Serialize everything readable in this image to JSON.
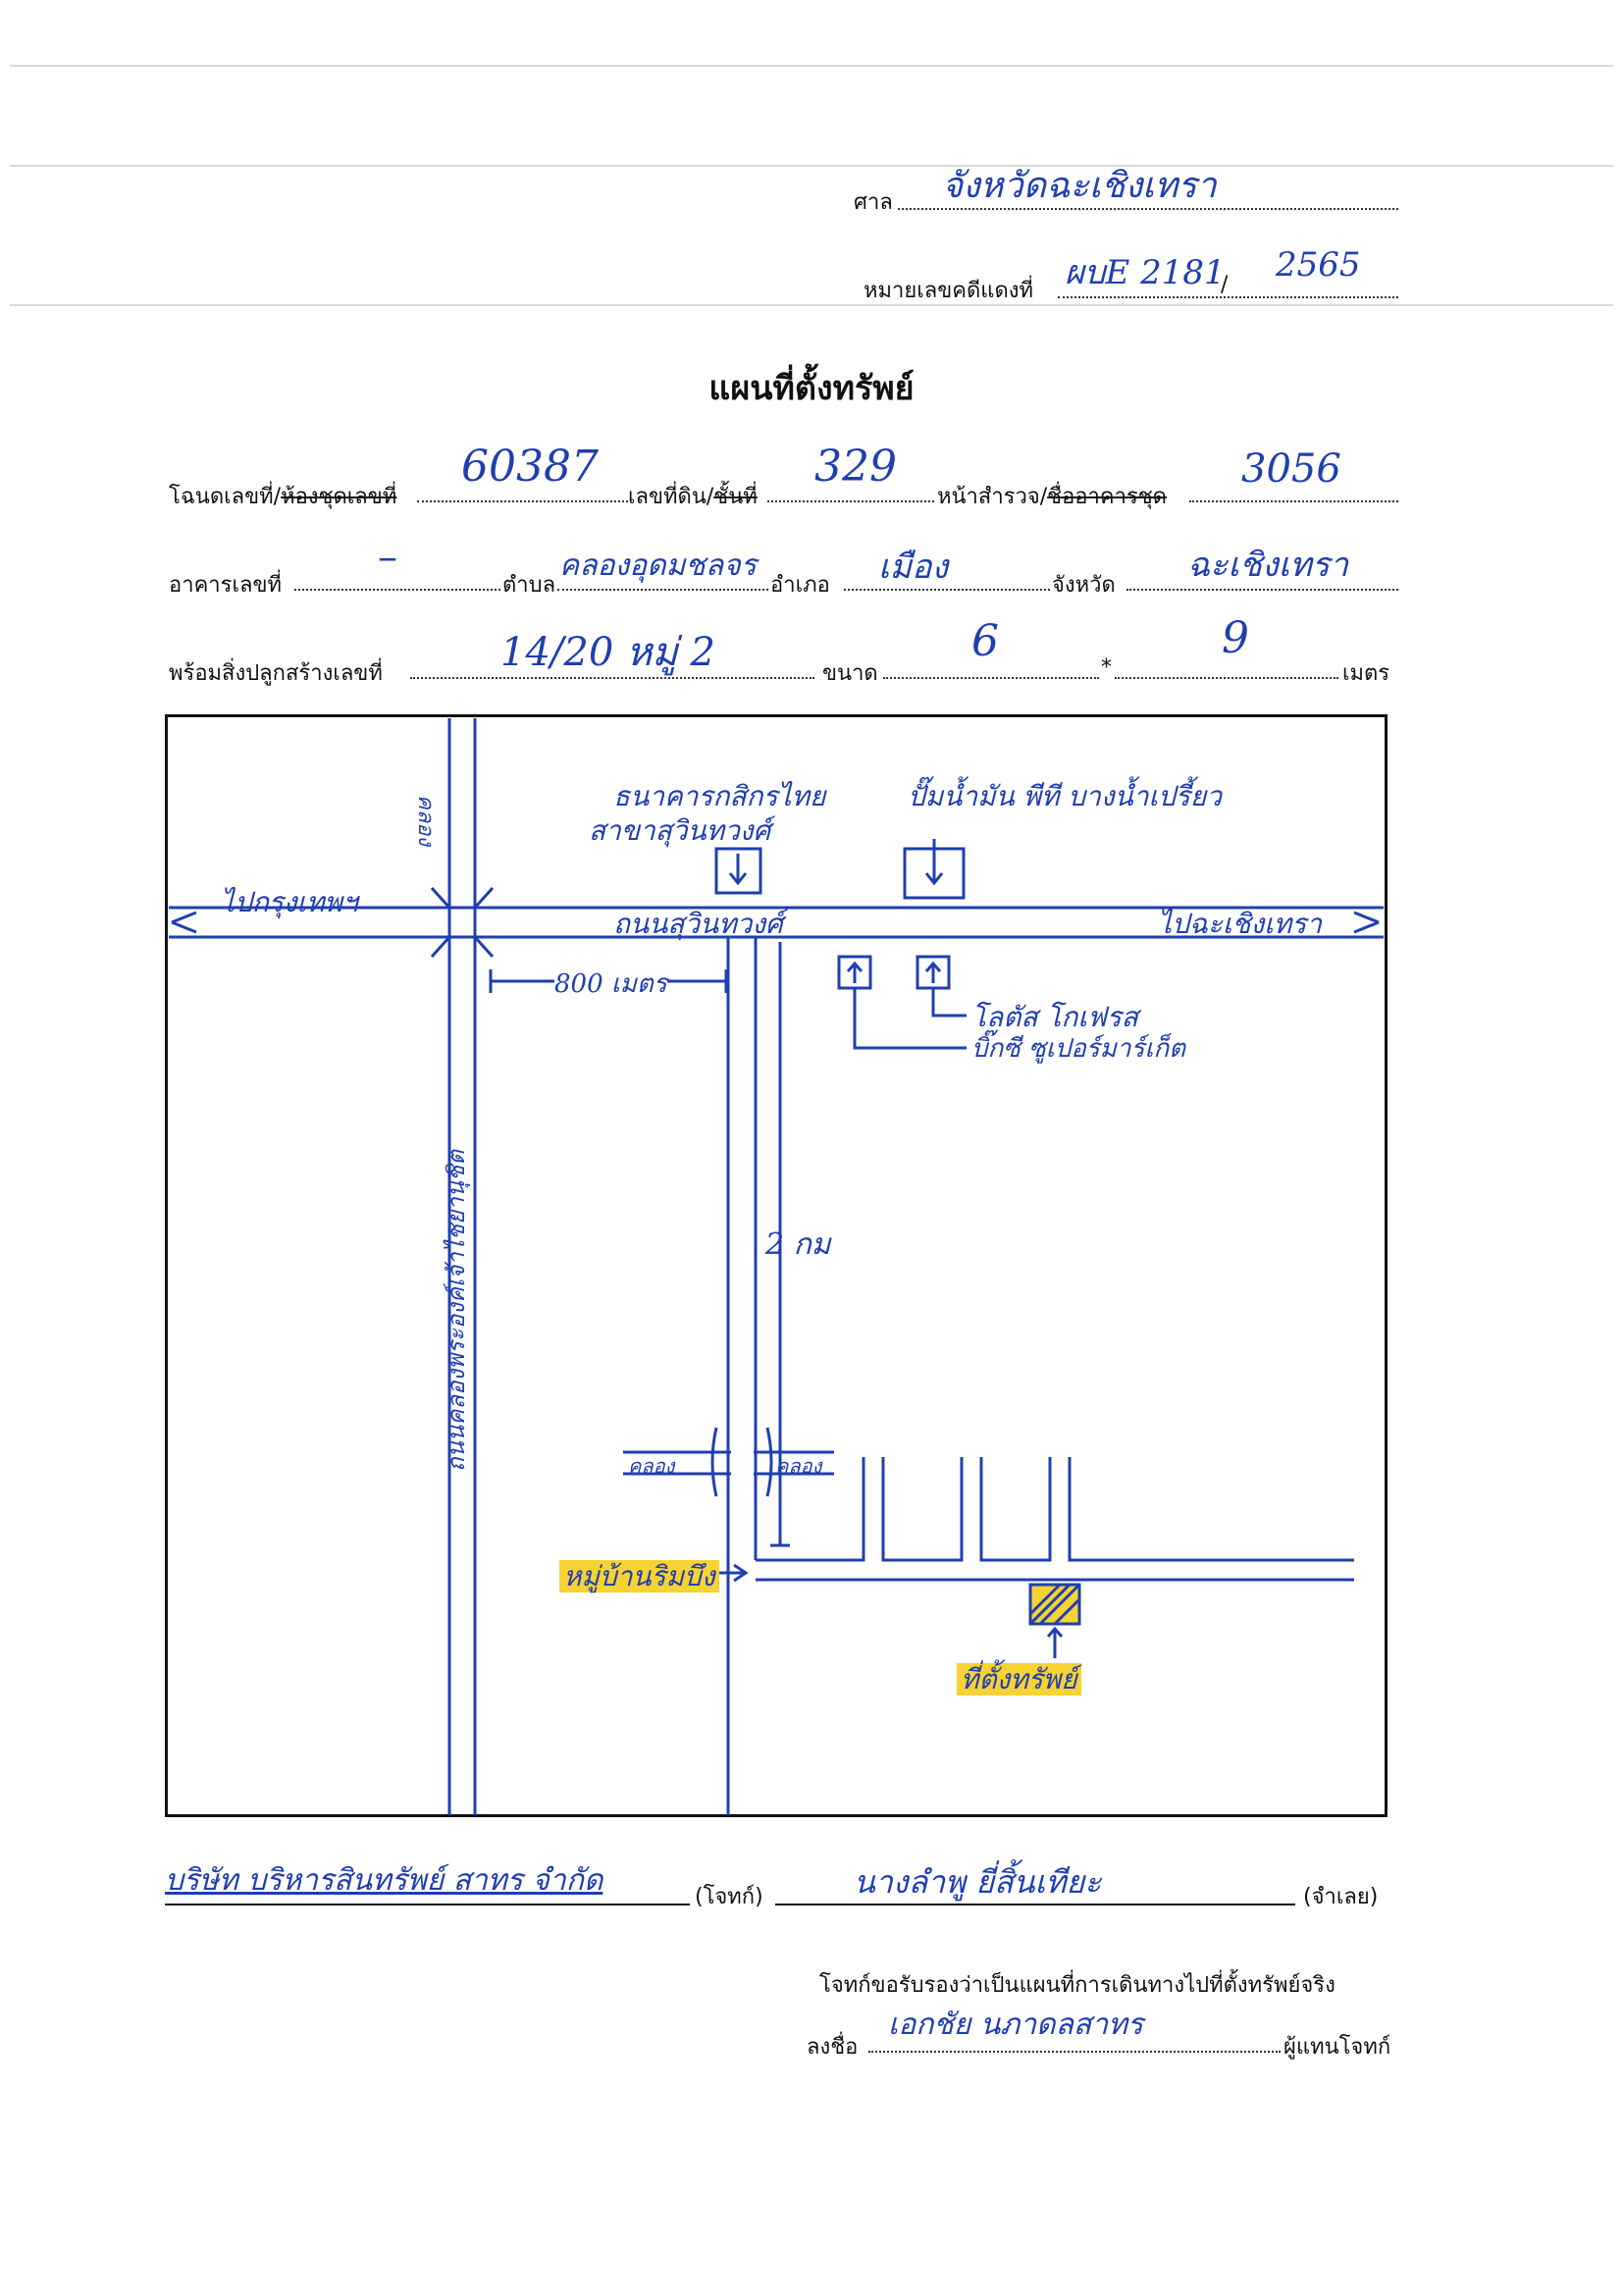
{
  "header": {
    "court_label": "ศาล",
    "court_value": "จังหวัดฉะเชิงเทรา",
    "case_label": "หมายเลขคดีแดงที่",
    "case_number": "ผบE 2181",
    "case_year": "2565"
  },
  "title": "แผนที่ตั้งทรัพย์",
  "line1": {
    "deed_label": "โฉนดเลขที่/",
    "deed_label_struck": "ห้องชุดเลขที่",
    "deed_value": "60387",
    "land_no_label": "เลขที่ดิน/",
    "land_no_label_struck": "ชั้นที่",
    "land_no_value": "329",
    "survey_label": "หน้าสำรวจ/",
    "survey_label_struck": "ชื่ออาคารชุด",
    "survey_value": "3056"
  },
  "line2": {
    "building_label": "อาคารเลขที่",
    "building_value": "–",
    "subdistrict_label": "ตำบล",
    "subdistrict_value": "คลองอุดมชลจร",
    "district_label": "อำเภอ",
    "district_value": "เมือง",
    "province_label": "จังหวัด",
    "province_value": "ฉะเชิงเทรา"
  },
  "line3": {
    "structure_label": "พร้อมสิ่งปลูกสร้างเลขที่",
    "structure_value": "14/20 หมู่ 2",
    "size_label": "ขนาด",
    "size_w": "6",
    "size_sep": "*",
    "size_h": "9",
    "unit_label": "เมตร"
  },
  "map": {
    "canal_top": "คลอง",
    "bank": "ธนาคารกสิกรไทย",
    "bank_branch": "สาขาสุวินทวงศ์",
    "gas": "ปั๊มน้ำมัน พีที บางน้ำเปรี้ยว",
    "to_bangkok": "ไปกรุงเทพฯ",
    "road": "ถนนสุวินทวงศ์",
    "to_chachoengsao": "ไปฉะเชิงเทรา",
    "distance": "800 เมตร",
    "lotus": "โลตัส โกเฟรส",
    "bigc": "บิ๊กซี ซูเปอร์มาร์เก็ต",
    "canal_road": "ถนนคลองพระองค์เจ้าไชยานุชิต",
    "km": "2 กม",
    "canal_a": "คลอง",
    "canal_b": "คลอง",
    "village": "หมู่บ้านริมบึง",
    "property": "ที่ตั้งทรัพย์"
  },
  "parties": {
    "plaintiff": "บริษัท บริหารสินทรัพย์ สาทร จำกัด",
    "plaintiff_label": "(โจทก์)",
    "defendant": "นางลำพู ยี่สิ้นเทียะ",
    "defendant_label": "(จำเลย)"
  },
  "certification": {
    "statement": "โจทก์ขอรับรองว่าเป็นแผนที่การเดินทางไปที่ตั้งทรัพย์จริง",
    "sign_label": "ลงชื่อ",
    "signer": "เอกชัย นภาดลสาทร",
    "role_label": "ผู้แทนโจทก์"
  },
  "colors": {
    "ink": "#1f3fb0",
    "highlight": "#f6d233"
  }
}
